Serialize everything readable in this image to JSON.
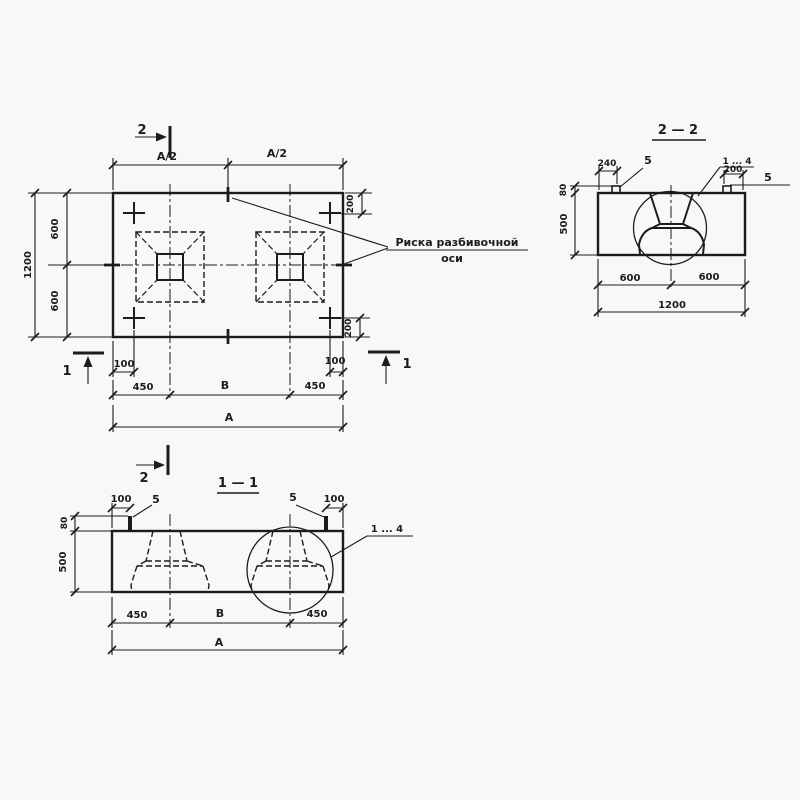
{
  "meta": {
    "paper_color": "#f8f8f6",
    "ink_color": "#1c1c1c"
  },
  "plan": {
    "section_cut_2": "2",
    "section_cut_1_left": "1",
    "section_cut_1_right": "1",
    "dim_a_half_left": "А/2",
    "dim_a_half_right": "А/2",
    "dim_top_right_200": "200",
    "dim_bottom_right_200": "200",
    "dim_600_upper": "600",
    "dim_600_lower": "600",
    "dim_1200": "1200",
    "dim_100_left": "100",
    "dim_100_right": "100",
    "dim_450_left": "450",
    "dim_b": "В",
    "dim_450_right": "450",
    "dim_a": "А",
    "note_line1": "Риска разбивочной",
    "note_line2": "оси"
  },
  "section22": {
    "title": "2 — 2",
    "dim_240": "240",
    "callout_5_left": "5",
    "callout_range": "1 ... 4",
    "dim_200": "200",
    "callout_5_right": "5",
    "dim_80": "80",
    "dim_500": "500",
    "dim_600_left": "600",
    "dim_600_right": "600",
    "dim_1200": "1200"
  },
  "section11": {
    "title": "1 — 1",
    "section_cut_2": "2",
    "dim_100_left": "100",
    "callout_5_left": "5",
    "callout_5_right": "5",
    "dim_100_right": "100",
    "callout_range": "1 ... 4",
    "dim_80": "80",
    "dim_500": "500",
    "dim_450_left": "450",
    "dim_b": "В",
    "dim_450_right": "450",
    "dim_a": "А"
  }
}
